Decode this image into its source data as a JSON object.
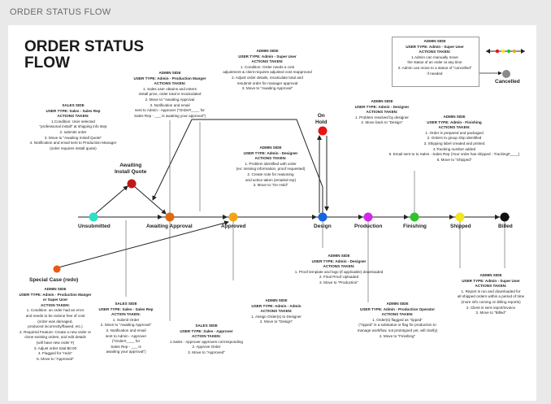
{
  "app_title": "ORDER STATUS FLOW",
  "diagram_title": "ORDER STATUS\nFLOW",
  "colors": {
    "unsubmitted": "#2de0c8",
    "awaiting_install_quote": "#c01818",
    "awaiting_approval": "#e06a10",
    "approved": "#f5a614",
    "design": "#1565e0",
    "production": "#d428e8",
    "finishing": "#2cc42a",
    "shipped": "#f0e81c",
    "billed": "#111111",
    "on_hold": "#e81414",
    "special_case": "#e85a10",
    "cancelled": "#8a8a8a"
  },
  "nodes": {
    "unsubmitted": "Unsubmitted",
    "awaiting_install_quote": "Awaiting\nInstall Quote",
    "awaiting_approval": "Awaiting Approval",
    "approved": "Approved",
    "design": "Design",
    "production": "Production",
    "finishing": "Finishing",
    "shipped": "Shipped",
    "billed": "Billed",
    "on_hold": "On\nHold",
    "special_case": "Special Case (redo)",
    "cancelled": "Cancelled"
  },
  "notes": {
    "legend": {
      "h1": "ADMIN SIDE",
      "h2": "USER TYPE: Admin - Super User",
      "h3": "ACTIONS TAKEN:",
      "body": "1.Admin can manually move\nthe status of an order at any time\n2. Admin can move to a status of \"cancelled\"\nif needed"
    },
    "admin_prod_manager": {
      "h1": "ADMIN SIDE",
      "h2": "USER TYPE: Admin - Production Manger",
      "h3": "ACTIONS TAKEN:",
      "body": "1. Sales user obtains and enters\ninstall price, order total is recalculated\n2. Move to \"Awaiting Approval\n3. Notification and email\nsent to Admin - Approver (\"Order#____ for\nSales Rep - ___ is awaiting your approval\")"
    },
    "admin_super_top": {
      "h1": "ADMIN SIDE",
      "h2": "USER TYPE: Admin - Super User",
      "h3": "ACTIONS TAKEN:",
      "body": "1. Condition: Order needs a cost\nadjustment & client requires adjusted cost reapproved\n2. Adjust order details, recalculate total and\nresubmit order for manager approval\n3. Move to \"Awaiting Approval\""
    },
    "sales_rep_top": {
      "h1": "SALES SIDE",
      "h2": "USER TYPE: Sales - Sales Rep",
      "h3": "ACTIONS TAKEN:",
      "body": "1.Condition: User selected\n\"professional install\" at shipping info step\n2. submits order\n3. Move to \"Awaiting Install Quote\"\n4. Notification and email sent to Production Manager\n(order requires install quote)"
    },
    "designer_hold_release": {
      "h1": "ADMIN SIDE",
      "h2": "USER TYPE: Admin - Designer",
      "h3": "ACTIONS TAKEN:",
      "body": "1. Problem resolved by designer\n2. Move back to \"Design\""
    },
    "designer_to_hold": {
      "h1": "ADMIN SIDE",
      "h2": "USER TYPE: Admin - Designer",
      "h3": "ACTIONS TAKEN:",
      "body": "1. Problem identified with order\n(ex: missing information, proof requested)\n2. Create note for reasoning\nand action taken (emailed rep)\n3. Move to \"On Hold\""
    },
    "finishing_admin": {
      "h1": "ADMIN SIDE",
      "h2": "USER TYPE: Admin - Finishing",
      "h3": "ACTIONS TAKEN:",
      "body": "1. Order is prepared and packaged\n2. Orders to group ship identified\n3. Shipping label created and printed\n4.Tracking number added\n5. Email sent to to Sales - Sales Rep (Your order has shipped - Tracking#____)\n6. Move to \"Shipped\""
    },
    "designer_bottom": {
      "h1": "ADMIN SIDE",
      "h2": "USER TYPE: Admin - Designer",
      "h3": "ACTIONS TAKEN:",
      "body": "1. Proof template and logo (if applicable) downloaded\n2. Final Proof Uploaded\n3. Move to \"Production\""
    },
    "super_bottom_right": {
      "h1": "ADMIN SIDE",
      "h2": "USER TYPE: Admin - Super User",
      "h3": "ACTIONS TAKEN:",
      "body": "1. Report is run and downloaded for\nall shipped orders within a period of time\n(more info coming on billing reports)\n2. Client is sent report/invoice\n3. Move to \"Billed\""
    },
    "special_case": {
      "h1": "ADMIN SIDE",
      "h2": "USER TYPE: Admin - Production Manger\nor Super User",
      "h3": "ACTION TAKEN:",
      "body": "1. Condition: an order had an error\nand needs to be redone free of cost\n(order was damaged,\nproduced incorrectly/flawed, etc.)\n2. Required Feature: Create a new order or\nclone existing orders, and edit details\n(will have new order #)\n3. Adjust order total $0.00\n4. Flagged for \"redo\"\n5. Move to \"Approved\""
    },
    "sales_rep_bottom": {
      "h1": "SALES SIDE",
      "h2": "USER TYPE: Sales - Sales Rep",
      "h3": "ACTION TAKEN:",
      "body": "1. Submit Order\n2. Move to \"Awaiting Approval\"\n3. Notification and email\nsent to Admin - Approver\n(\"Order#____ for\nSales Rep - ___ is\nawaiting your approval\")"
    },
    "sales_approver": {
      "h1": "SALES SIDE",
      "h2": "USER TYPE: Sales - Approver",
      "h3": "ACTION TAKEN:",
      "body": "1.Sales - Approver approves corrresponding\n2. Approve Order\n3. Move to \"Approved\""
    },
    "admin_approved": {
      "h1": "ADMIN SIDE",
      "h2": "USER TYPE: Admin - Admin",
      "h3": "ACTIONS TAKEN:",
      "body": "1. Assign Order(s) to Designer\n2. Move to \"Design\""
    },
    "production_operator": {
      "h1": "ADMIN SIDE",
      "h2": "USER TYPE: Admin - Production Operator",
      "h3": "ACTIONS TAKEN:",
      "body": "1. Order(s) flagged as \"ripped\"\n(\"ripped\" is a substatus or flag for production to\nmanage workflow, not prototyped yet, will clarify)\n2. Move to \"Finishing\""
    }
  }
}
